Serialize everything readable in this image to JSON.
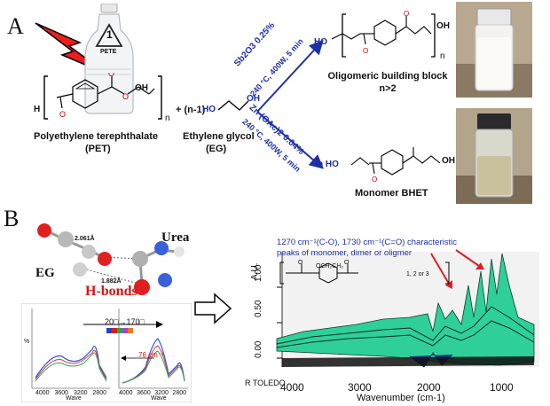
{
  "panel_a": {
    "letter": "A",
    "bottle_code": "1",
    "bottle_label": "PETE",
    "pet_name": "Polyethylene terephthalate",
    "pet_abbr": "(PET)",
    "pet_h": "H",
    "pet_oh": "OH",
    "pet_n": "n",
    "plus_reagent": "+ (n-1)",
    "eg_formula": "HO",
    "eg_formula_oh": "OH",
    "eg_name": "Ethylene glycol",
    "eg_abbr": "(EG)",
    "upper_catalyst": "Sb2O3 0.25%",
    "upper_conditions": "240 °C, 400W, 5 min",
    "lower_catalyst": "Zn (OAc)2 0.04%",
    "lower_conditions": "240 °C, 400W, 5 min",
    "oligomer_ho": "HO",
    "oligomer_oh": "OH",
    "oligomer_n": "n",
    "oligomer_name": "Oligomeric building block",
    "oligomer_note": "n>2",
    "monomer_prefix": "n HO",
    "monomer_oh": "OH",
    "monomer_name": "Monomer BHET"
  },
  "panel_b": {
    "letter": "B",
    "hbond_1": "2.061Å",
    "hbond_2": "1.882Å",
    "urea_label": "Urea",
    "eg_label": "EG",
    "hbonds_label": "H-bonds",
    "ir_temp_range": "20□→170□",
    "ir_shift": "76 cm⁻¹",
    "ir_xlabel_left": "Wave",
    "ir_xlabel_right": "Wave",
    "ir_ticks_left": [
      "4000",
      "3600",
      "3200",
      "2800"
    ],
    "ir_ticks_right": [
      "4000",
      "3600",
      "3200",
      "2800"
    ],
    "ir_y_unit": "%",
    "annotation_line1": "1270 cm⁻¹(C-O), 1730 cm⁻¹(C=O)  characteristic",
    "annotation_line2": "peaks of monomer, dimer or oligmer",
    "struct_subscript": "1, 2 or 3",
    "struct_ester": "OCH₂CH₂",
    "y_axis_label": "A.U.",
    "y_ticks": [
      "1.00",
      "0.50",
      "0.00"
    ],
    "x_ticks": [
      "4000",
      "3000",
      "2000",
      "1000"
    ],
    "x_axis_label": "Wavenumber (cm-1)",
    "watermark": "R TOLEDO"
  },
  "colors": {
    "title_blue": "#1b2fa8",
    "hbond_red": "#d11",
    "arrow_red": "#e02020",
    "surface_green": "#2fcf9a",
    "surface_dark": "#0b3d2c"
  }
}
